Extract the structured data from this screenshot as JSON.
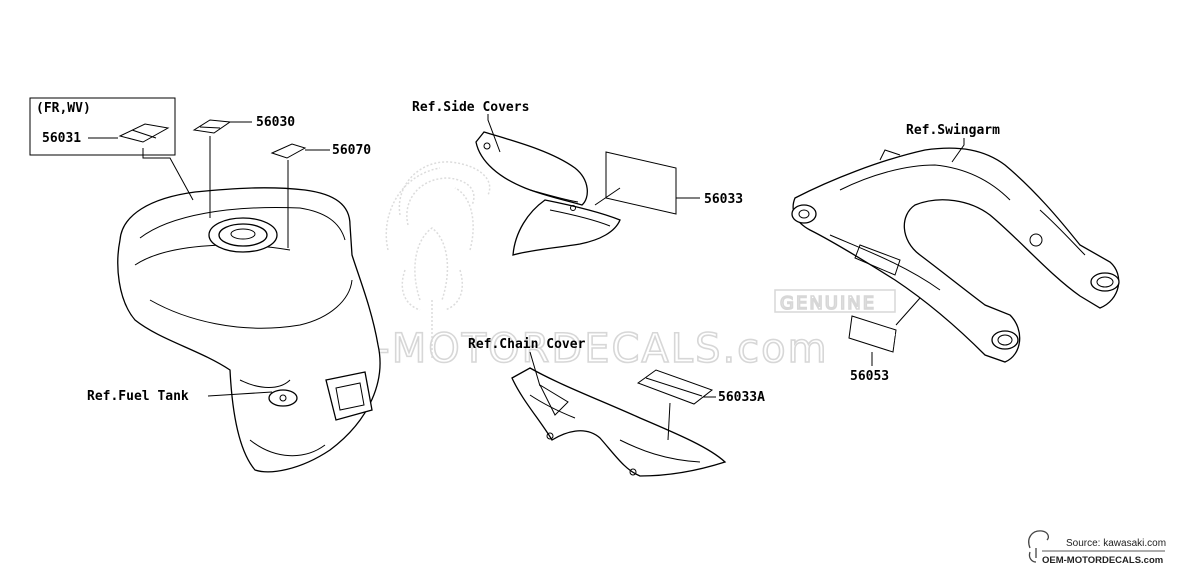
{
  "watermark": {
    "text": "OEM-MOTORDECALS.com",
    "genuine_text": "GENUINE"
  },
  "callouts": {
    "fr_wv": "(FR,WV)",
    "p56031": "56031",
    "p56030": "56030",
    "p56070": "56070",
    "ref_side_covers": "Ref.Side Covers",
    "p56033": "56033",
    "ref_swingarm": "Ref.Swingarm",
    "ref_chain_cover": "Ref.Chain Cover",
    "p56033a": "56033A",
    "p56053": "56053",
    "ref_fuel_tank": "Ref.Fuel Tank"
  },
  "footer": {
    "source": "Source: kawasaki.com",
    "site": "OEM-MOTORDECALS.com"
  }
}
